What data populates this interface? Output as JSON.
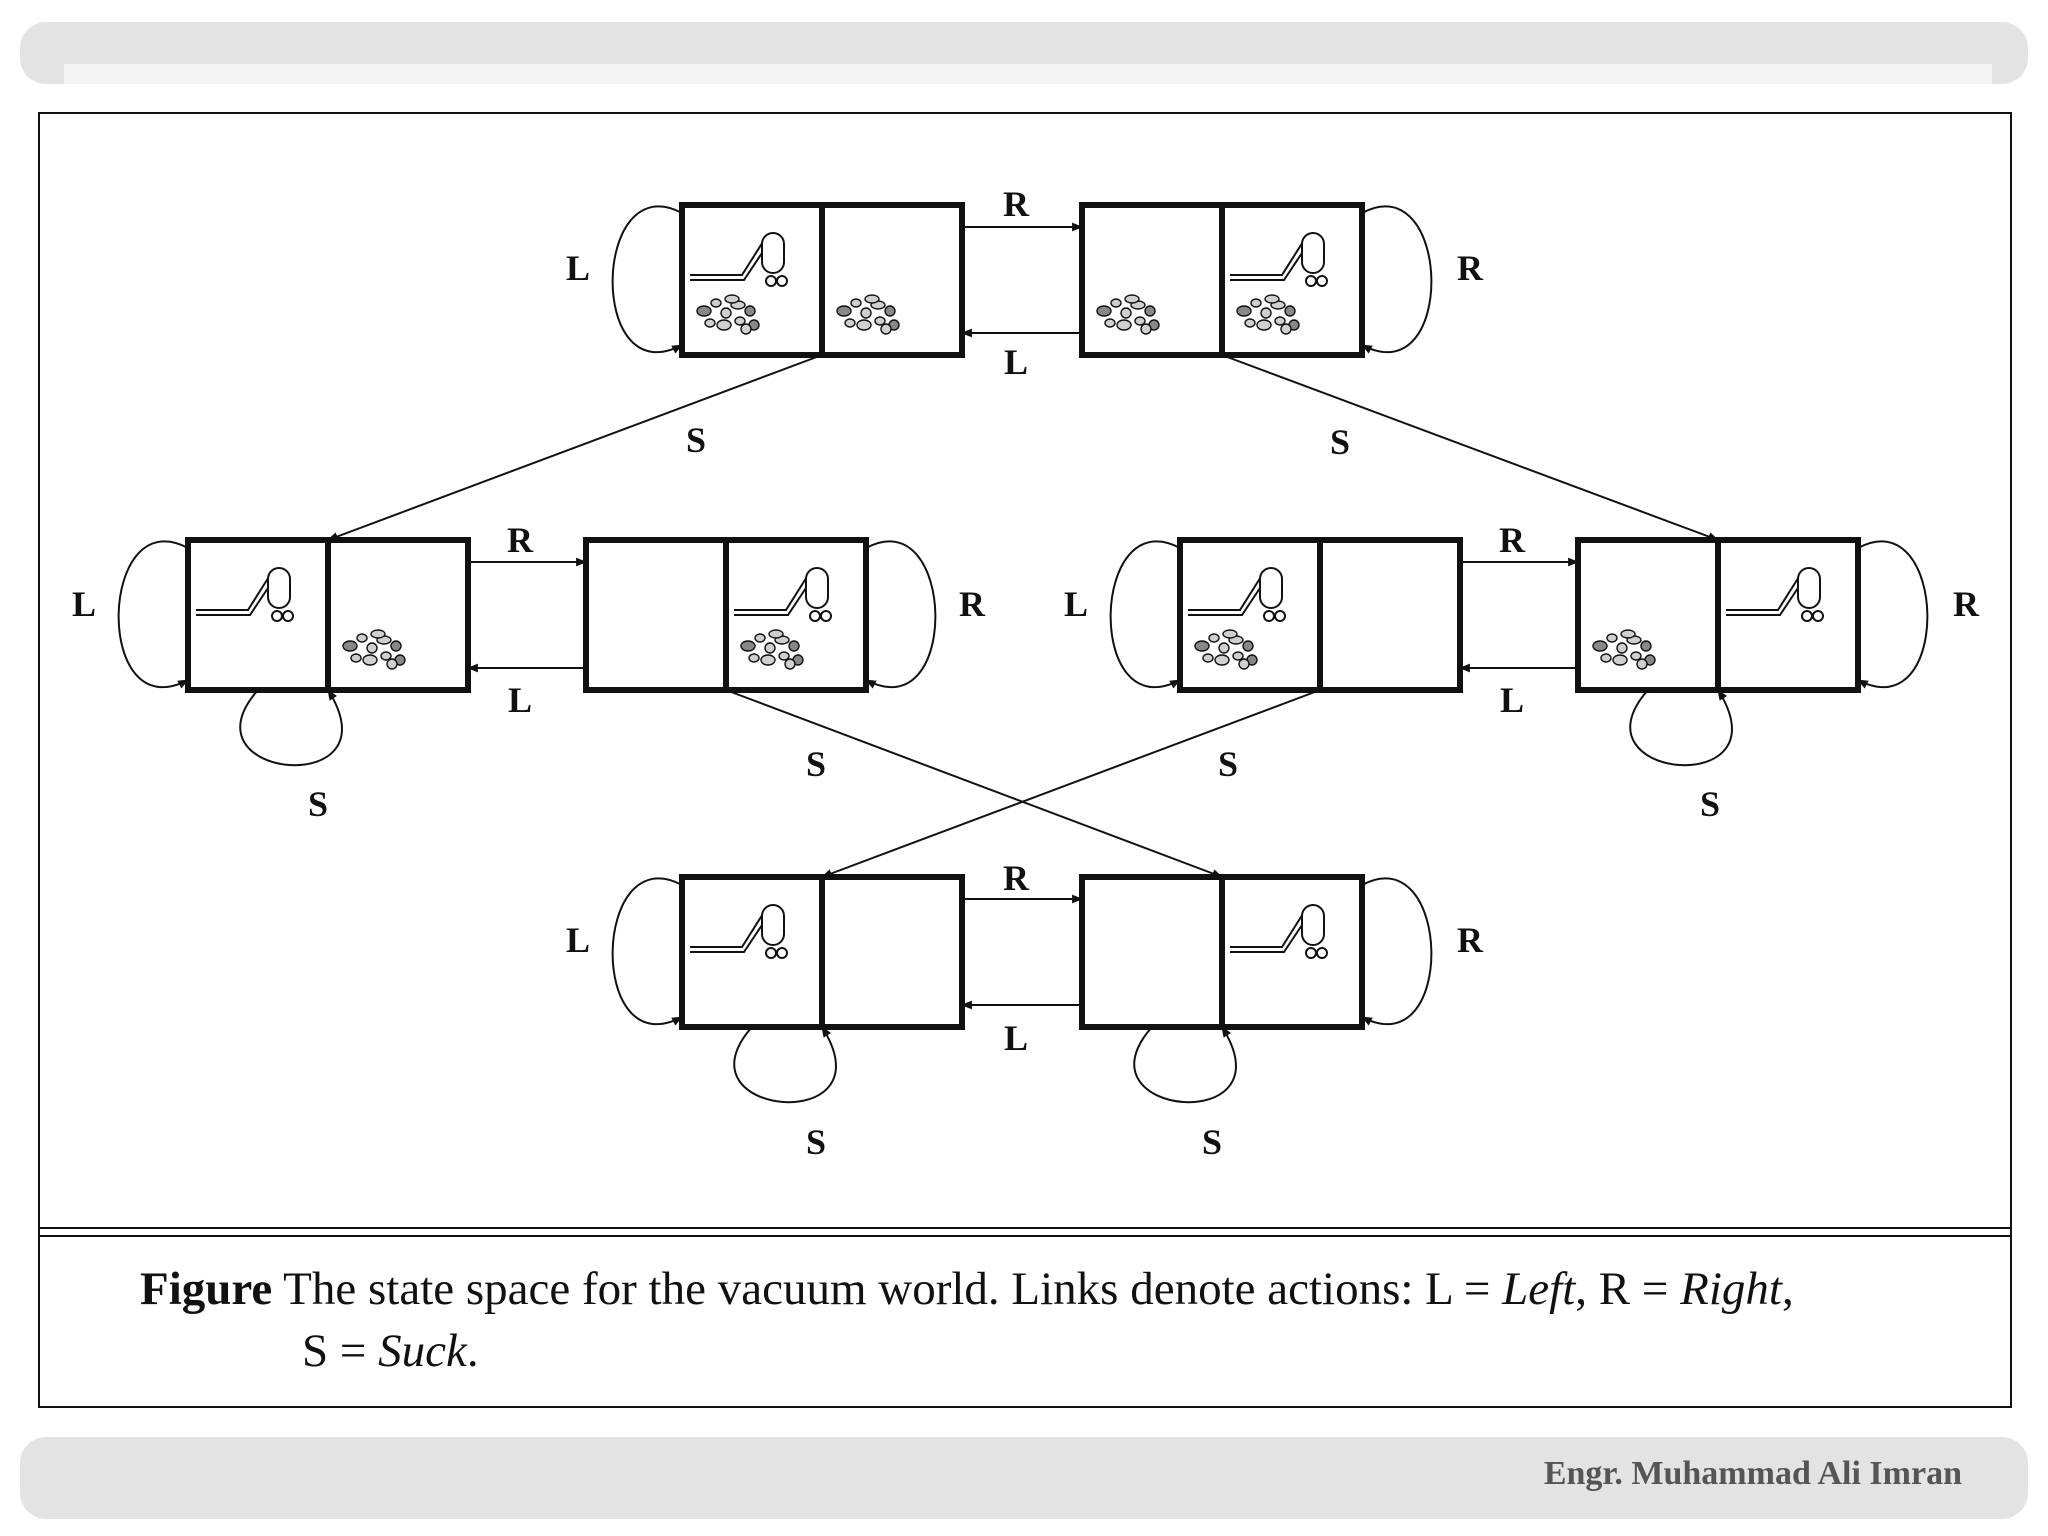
{
  "footer": {
    "author": "Engr. Muhammad Ali Imran"
  },
  "caption": {
    "lead": "Figure",
    "text1": " The state space for the vacuum world.  Links denote actions: L = ",
    "left_word": "Left",
    "text2": ", R = ",
    "right_word": "Right",
    "text3": ",",
    "text4": "S = ",
    "suck_word": "Suck",
    "text5": "."
  },
  "diagram": {
    "states": [
      {
        "id": 1,
        "vacuum": "left",
        "dirt_left": true,
        "dirt_right": true
      },
      {
        "id": 2,
        "vacuum": "right",
        "dirt_left": true,
        "dirt_right": true
      },
      {
        "id": 3,
        "vacuum": "left",
        "dirt_left": false,
        "dirt_right": true
      },
      {
        "id": 4,
        "vacuum": "right",
        "dirt_left": false,
        "dirt_right": true
      },
      {
        "id": 5,
        "vacuum": "left",
        "dirt_left": true,
        "dirt_right": false
      },
      {
        "id": 6,
        "vacuum": "right",
        "dirt_left": true,
        "dirt_right": false
      },
      {
        "id": 7,
        "vacuum": "left",
        "dirt_left": false,
        "dirt_right": false
      },
      {
        "id": 8,
        "vacuum": "right",
        "dirt_left": false,
        "dirt_right": false
      }
    ],
    "labels": {
      "l": "L",
      "r": "R",
      "s": "S"
    }
  }
}
